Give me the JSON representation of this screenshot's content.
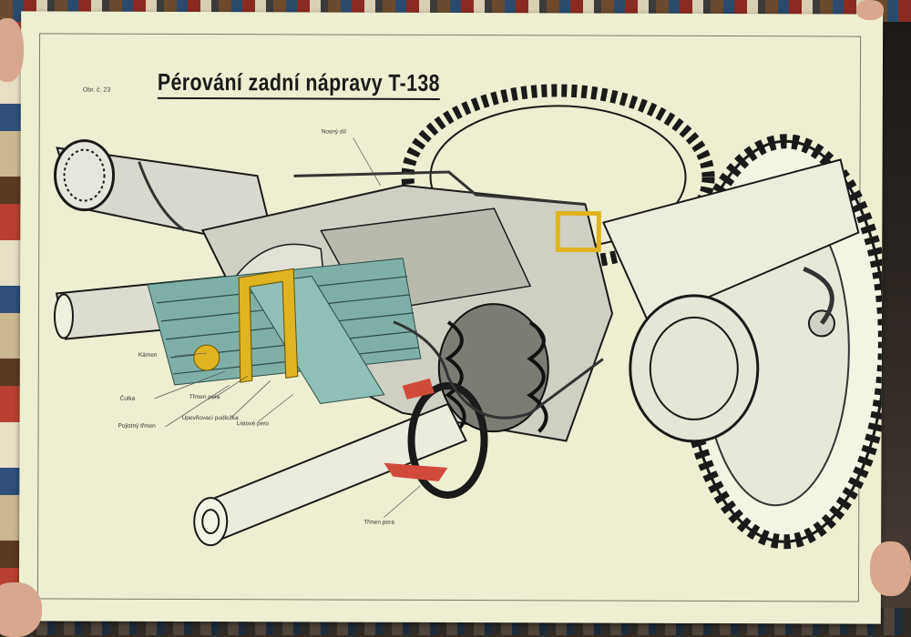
{
  "poster": {
    "title": "Pérování zadní nápravy  T-138",
    "reference": "Obr. č. 23",
    "labels": {
      "nosny_dil": "Nosný díl",
      "kamen": "Kámen",
      "culka": "Čulka",
      "pojistny_trmen": "Pojistný třmen",
      "trmen_pera_1": "Třmen pera",
      "upevneni_podlozka": "Upevňovací podložka",
      "listove_pero": "Listové pero",
      "trmen_pera_2": "Třmen pera"
    }
  },
  "colors": {
    "paper": "#edeed2",
    "spring": "#7fb0a8",
    "accent_yellow": "#e0b320",
    "accent_red": "#d24a3a",
    "metal": "#c9c9c0"
  }
}
